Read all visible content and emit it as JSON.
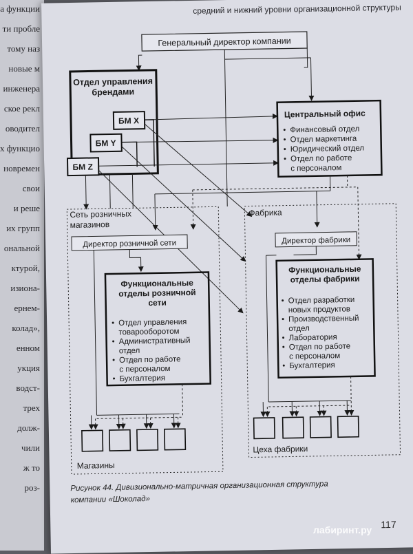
{
  "left_page": {
    "fragments": [
      "на функции",
      "ти пробле",
      "тому наз",
      "новые м",
      "инженера",
      "ское рекл",
      "оводител",
      "х функцио",
      "новремен",
      "свои",
      "и реше",
      "их групп",
      "ональной",
      "ктурой,",
      "изиона-",
      "ернем-",
      "колад»,",
      "енном",
      "укция",
      "водст-",
      "трех",
      "долж-",
      "чили",
      "ж то",
      "роз-"
    ]
  },
  "header": "средний и нижний уровни организационной структуры",
  "diagram": {
    "ceo": "Генеральный директор компании",
    "brand_dept": {
      "line1": "Отдел управления",
      "line2": "брендами"
    },
    "bm": [
      "БМ X",
      "БМ Y",
      "БМ Z"
    ],
    "central_office": {
      "title": "Центральный офис",
      "items": [
        "Финансовый отдел",
        "Отдел маркетинга",
        "Юридический отдел",
        "Отдел по работе",
        "с персоналом"
      ]
    },
    "retail": {
      "area_label_1": "Сеть розничных",
      "area_label_2": "магазинов",
      "director": "Директор розничной сети",
      "functions_title": [
        "Функциональные",
        "отделы розничной",
        "сети"
      ],
      "items": [
        "Отдел управления",
        "товарооборотом",
        "Административный",
        "отдел",
        "Отдел по работе",
        "с персоналом",
        "Бухгалтерия"
      ],
      "units_label": "Магазины"
    },
    "factory": {
      "area_label": "Фабрика",
      "director": "Директор фабрики",
      "functions_title": [
        "Функциональные",
        "отделы фабрики"
      ],
      "items": [
        "Отдел разработки",
        "новых продуктов",
        "Производственный",
        "отдел",
        "Лаборатория",
        "Отдел по работе",
        "с персоналом",
        "Бухгалтерия"
      ],
      "units_label": "Цеха фабрики"
    }
  },
  "caption": {
    "line1": "Рисунок 44. Дивизионально-матричная организационная структура",
    "line2": "компании «Шоколад»"
  },
  "page_number": "117",
  "watermark": "лабиринт.ру"
}
